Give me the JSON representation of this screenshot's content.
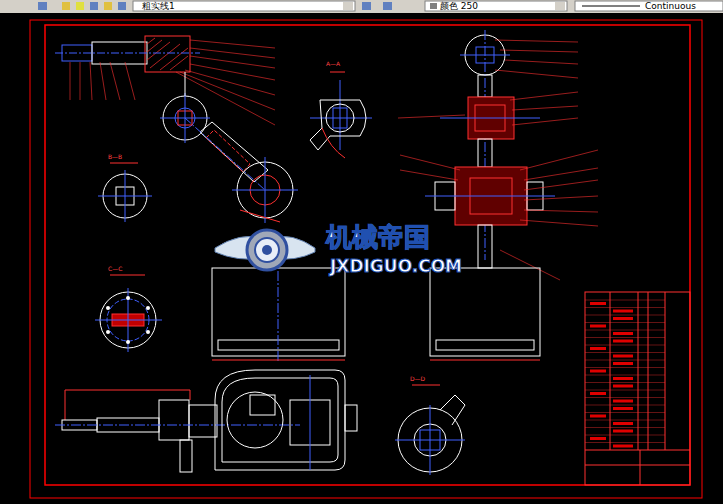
{
  "diagram": {
    "labels": [
      "粗实线1",
      "颜色 250",
      "Continuous",
      "机械帝国",
      "JXDIGUO.COM",
      "A—A",
      "B—B",
      "C—C",
      "D—D"
    ]
  }
}
